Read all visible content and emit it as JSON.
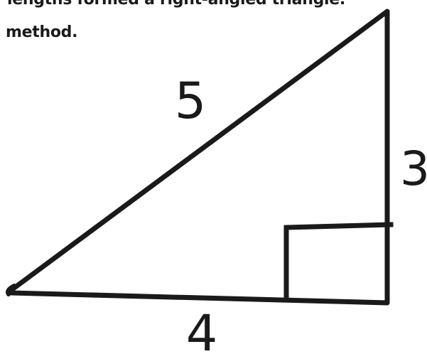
{
  "caption": {
    "line1": "lengths formed a right-angled triangle.",
    "line2": "method."
  },
  "triangle": {
    "hypotenuse_label": "5",
    "vertical_leg_label": "3",
    "horizontal_leg_label": "4",
    "stroke_color": "#1a1a1a"
  }
}
